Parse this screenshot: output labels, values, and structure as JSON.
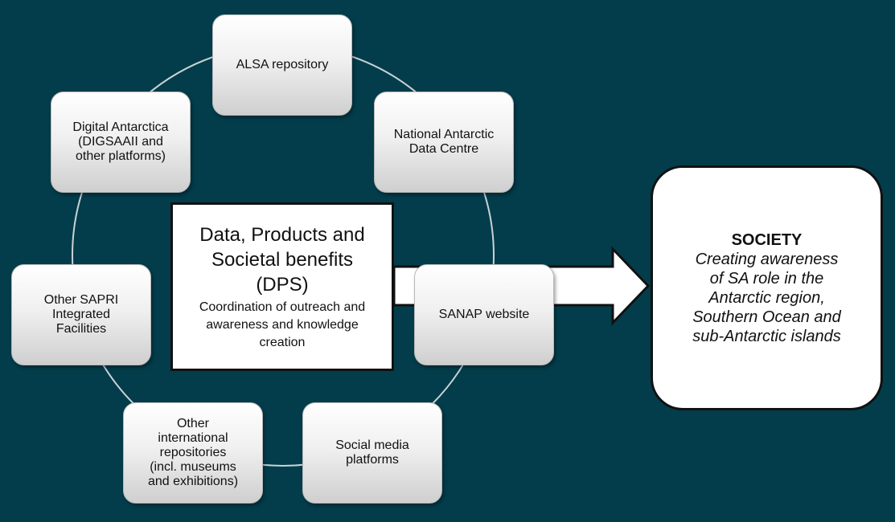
{
  "diagram": {
    "nodes": [
      {
        "id": "alsa",
        "text": "ALSA repository"
      },
      {
        "id": "nadc",
        "text": "National Antarctic\nData Centre"
      },
      {
        "id": "sanap",
        "text": "SANAP website"
      },
      {
        "id": "social",
        "text": "Social media\nplatforms"
      },
      {
        "id": "intl",
        "text": "Other\ninternational\nrepositories\n(incl. museums\nand exhibitions)"
      },
      {
        "id": "sapri",
        "text": "Other SAPRI\nIntegrated\nFacilities"
      },
      {
        "id": "digital",
        "text": "Digital Antarctica\n(DIGSAAII and\nother platforms)"
      }
    ],
    "center": {
      "title": "Data, Products and\nSocietal benefits\n(DPS)",
      "subtitle": "Coordination of outreach and\nawareness and knowledge\ncreation"
    },
    "society": {
      "title": "SOCIETY",
      "description": "Creating awareness\nof SA role in the\nAntarctic region,\nSouthern Ocean and\nsub-Antarctic islands"
    }
  },
  "colors": {
    "background": "#033d4b",
    "ring_line": "#c9d3d6",
    "box_border": "#111111"
  }
}
